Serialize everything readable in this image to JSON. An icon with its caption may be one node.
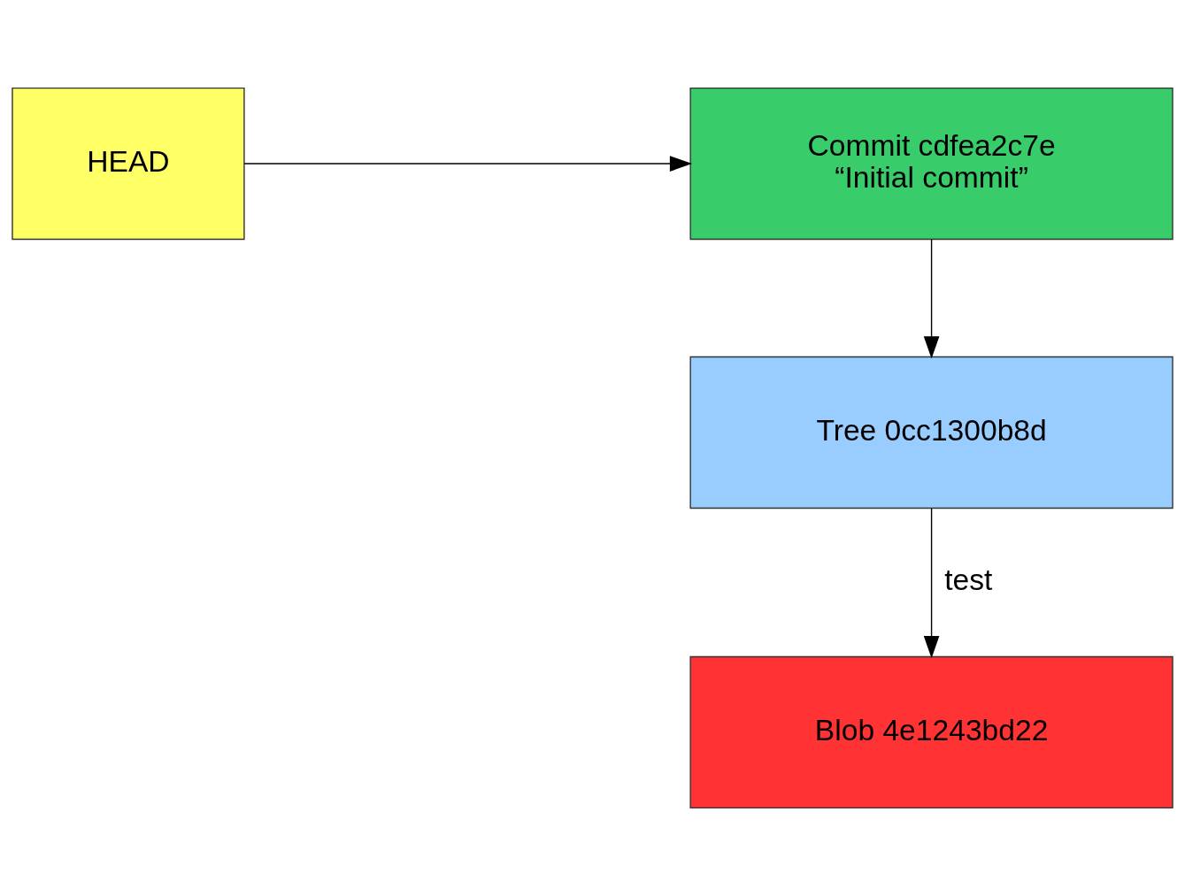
{
  "diagram": {
    "nodes": [
      {
        "text": [
          "Commit cdfea2c7e",
          "“Initial commit”"
        ]
      },
      {
        "text": [
          "HEAD"
        ]
      },
      {
        "text": [
          "Tree 0cc1300b8d"
        ]
      },
      {
        "text": [
          "Blob 4e1243bd22"
        ]
      }
    ],
    "edges": [
      {
        "from": 1,
        "to": 0,
        "arrow": "to"
      },
      {
        "from": 0,
        "to": 2,
        "arrow": "to"
      },
      {
        "from": 2,
        "to": 3,
        "arrow": "to",
        "label": "test"
      }
    ]
  }
}
